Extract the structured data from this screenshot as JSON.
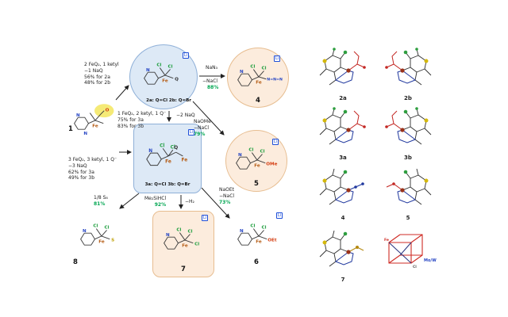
{
  "colors": {
    "yield_green": "#00a651",
    "fe_orange": "#b45a12",
    "cl_green": "#1e9e3e",
    "n_blue": "#2746c4",
    "o_red": "#d43c10",
    "s_yellow": "#bfa004",
    "box_blue_fill": "#dde9f6",
    "box_orange_fill": "#fcecdd"
  },
  "atoms": {
    "fe": "Fe",
    "cl": "Cl",
    "n": "N",
    "o": "O",
    "q": "Q",
    "s": "S"
  },
  "scheme": {
    "counterion": "Li",
    "c1": {
      "num": "1"
    },
    "c2": {
      "label_a": "2a: Q=Cl",
      "label_b": "2b: Q=Br"
    },
    "c3": {
      "label_a": "3a: Q=Cl",
      "label_b": "3b: Q=Br"
    },
    "c4": {
      "num": "4",
      "ligand": "N=N=N"
    },
    "c5": {
      "num": "5",
      "ligand": "OMe"
    },
    "c6": {
      "num": "6",
      "ligand": "OEt"
    },
    "c7": {
      "num": "7",
      "ligand": "Cl"
    },
    "c8": {
      "num": "8",
      "ligand": "S"
    }
  },
  "conditions": {
    "to2": {
      "l1": "2 FeQ₂, 1 ketyl",
      "l2": "−1 NaQ",
      "l3": "56% for 2a",
      "l4": "48% for 2b"
    },
    "to3_top": {
      "l1": "1 FeQ₂, 2 ketyl, 1 Q⁻",
      "l2": "75% for 3a",
      "l3": "83% for 3b"
    },
    "minus_2naq": "−2 NaQ",
    "to3_left": {
      "l1": "3 FeQ₂, 3 ketyl, 1 Q⁻",
      "l2": "−3 NaQ",
      "l3": "62% for 3a",
      "l4": "49% for 3b"
    },
    "to4": {
      "reagent": "NaN₃",
      "byproduct": "−NaCl",
      "yield": "88%"
    },
    "to5": {
      "reagent": "NaOMe",
      "byproduct": "−NaCl",
      "yield": "79%"
    },
    "to6": {
      "reagent": "NaOEt",
      "byproduct": "−NaCl",
      "yield": "73%"
    },
    "to7": {
      "reagent": "Me₂SiHCl",
      "byproduct": "−H₂",
      "yield": "92%"
    },
    "to8": {
      "reagent": "1/8 S₈",
      "yield": "81%"
    }
  },
  "gallery": {
    "items": [
      {
        "label": "2a"
      },
      {
        "label": "2b"
      },
      {
        "label": "3a"
      },
      {
        "label": "3b"
      },
      {
        "label": "4"
      },
      {
        "label": "5"
      },
      {
        "label": "7"
      }
    ],
    "core": {
      "note": "Mo/W"
    }
  }
}
